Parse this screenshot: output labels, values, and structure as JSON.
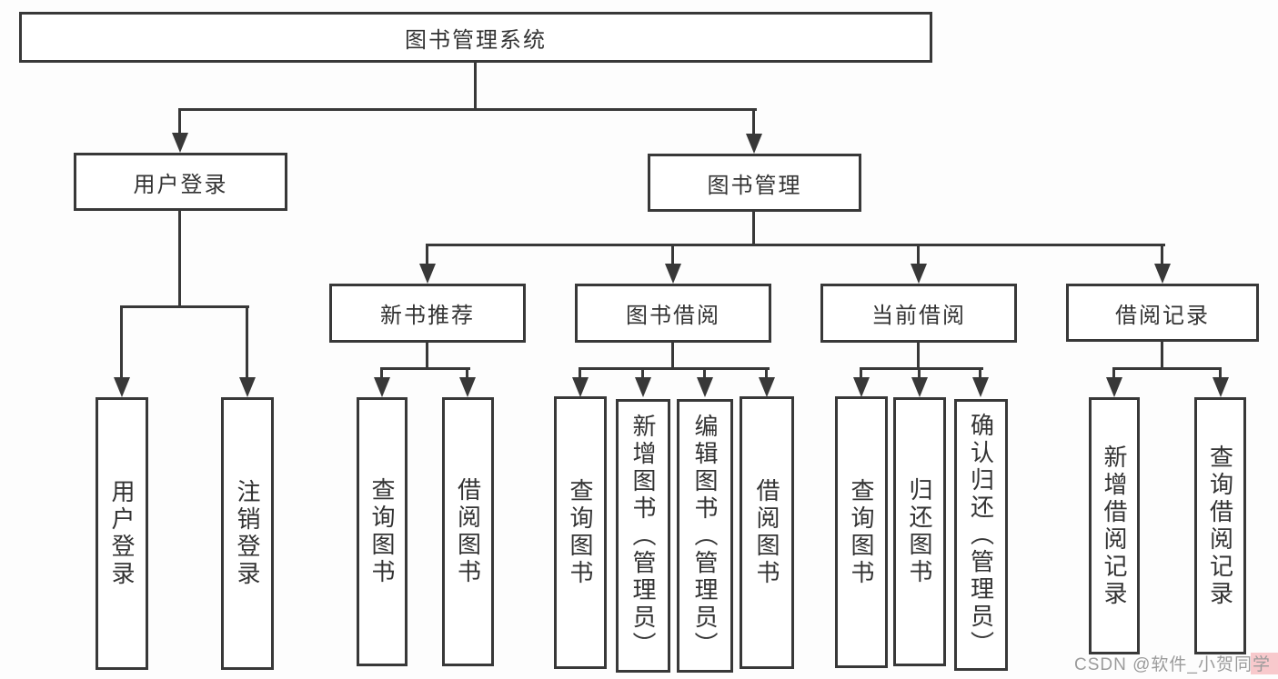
{
  "diagram": {
    "root": {
      "label": "图书管理系统"
    },
    "level2": {
      "user": {
        "label": "用户登录"
      },
      "book": {
        "label": "图书管理"
      }
    },
    "level3": {
      "newbook": {
        "label": "新书推荐"
      },
      "borrow": {
        "label": "图书借阅"
      },
      "current": {
        "label": "当前借阅"
      },
      "record": {
        "label": "借阅记录"
      }
    },
    "leaves": {
      "user": [
        "用户登录",
        "注销登录"
      ],
      "newbook": [
        "查询图书",
        "借阅图书"
      ],
      "borrow": [
        "查询图书",
        "新增图书（管理员）",
        "编辑图书（管理员）",
        "借阅图书"
      ],
      "current": [
        "查询图书",
        "归还图书",
        "确认归还（管理员）"
      ],
      "record": [
        "新增借阅记录",
        "查询借阅记录"
      ]
    }
  },
  "watermark": {
    "text": "CSDN @软件_小贺同学",
    "text_color": "#9b9b9b",
    "highlight_color": "#f8c9cc"
  },
  "colors": {
    "line": "#383838",
    "box_border": "#383838",
    "box_background": "#ffffff",
    "text": "#333333",
    "page_background": "#fdfdfd"
  }
}
